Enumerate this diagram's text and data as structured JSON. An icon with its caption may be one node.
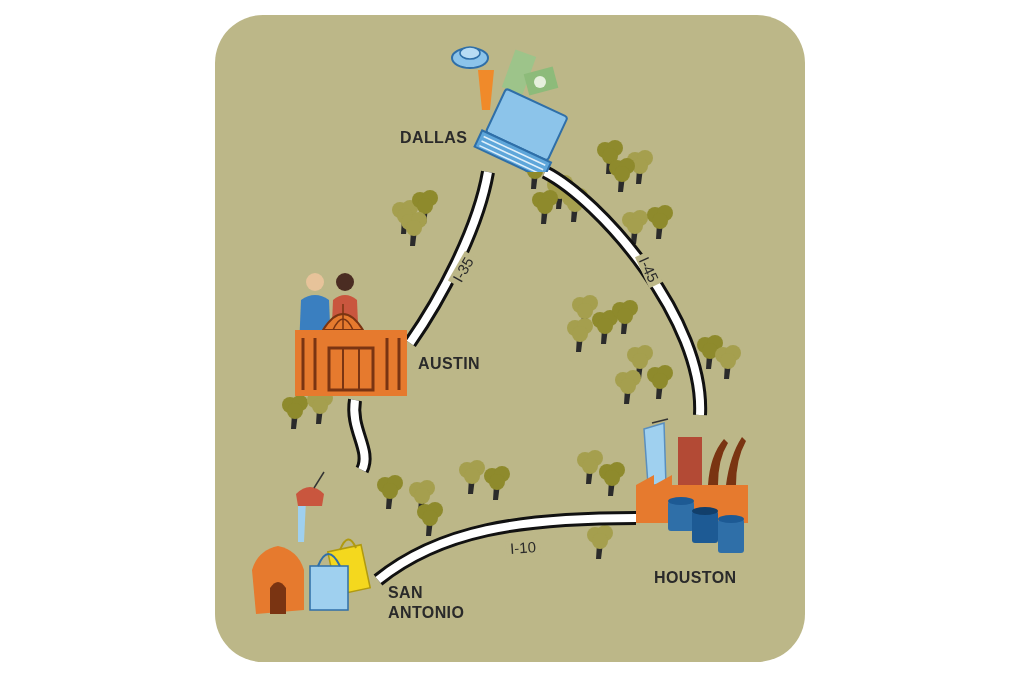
{
  "diagram": {
    "nodes": [
      {
        "text": [],
        "shape": "picture",
        "beside": [
          "DALLAS"
        ]
      },
      {
        "text": [],
        "shape": "picture",
        "beside": [
          "AUSTIN"
        ]
      },
      {
        "text": [],
        "shape": "picture",
        "beside": [
          "SAN ANTONIO"
        ]
      },
      {
        "text": [],
        "shape": "picture",
        "beside": [
          "HOUSTON"
        ]
      }
    ],
    "edges": [
      {
        "from": 0,
        "to": 1,
        "arrow": "none",
        "label": "I-35"
      },
      {
        "from": 1,
        "to": 2,
        "arrow": "none"
      },
      {
        "from": 2,
        "to": 3,
        "arrow": "none",
        "label": "I-10"
      },
      {
        "from": 3,
        "to": 0,
        "arrow": "none",
        "label": "I-45"
      }
    ]
  }
}
